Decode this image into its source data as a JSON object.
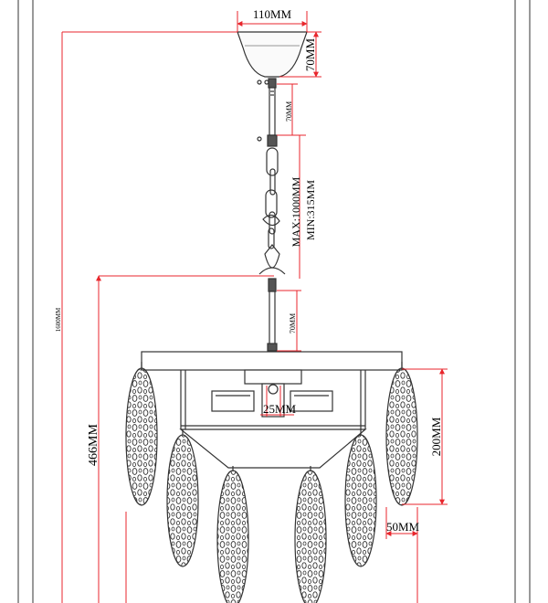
{
  "drawing": {
    "colors": {
      "dimension_line": "#e8262c",
      "outline": "#333333",
      "text": "#000000",
      "background": "#ffffff"
    },
    "dimensions": {
      "canopy_width": "110MM",
      "canopy_height": "70MM",
      "rod_upper": "70MM",
      "chain_max": "MAX:1000MM",
      "chain_min": "MIN:315MM",
      "rod_lower": "70MM",
      "overall_height": "1600MM",
      "body_height": "466MM",
      "leaf_length": "200MM",
      "socket_diameter": "25MM",
      "leaf_width": "50MM"
    }
  }
}
